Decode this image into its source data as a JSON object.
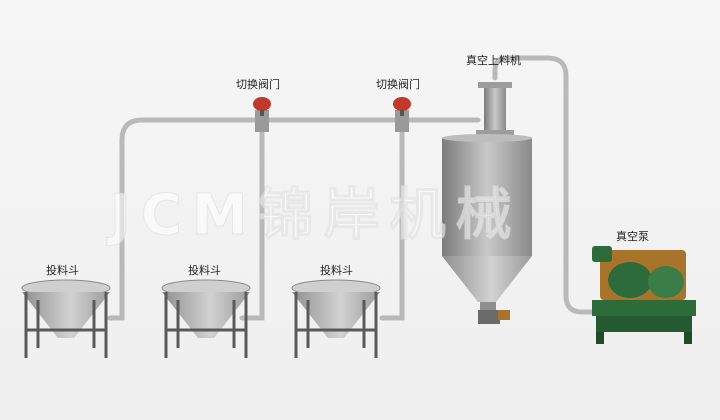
{
  "labels": {
    "valve_1": "切换阀门",
    "valve_2": "切换阀门",
    "loader": "真空上料机",
    "pump": "真空泵",
    "hopper_1": "投料斗",
    "hopper_2": "投料斗",
    "hopper_3": "投料斗"
  },
  "watermark": "JCM锦岸机械",
  "colors": {
    "pipe": "#b9b9b9",
    "steel": "#a7a7a7",
    "valve": "#c0392b",
    "pump_green": "#2e6b3a",
    "pump_brown": "#a8742b"
  }
}
